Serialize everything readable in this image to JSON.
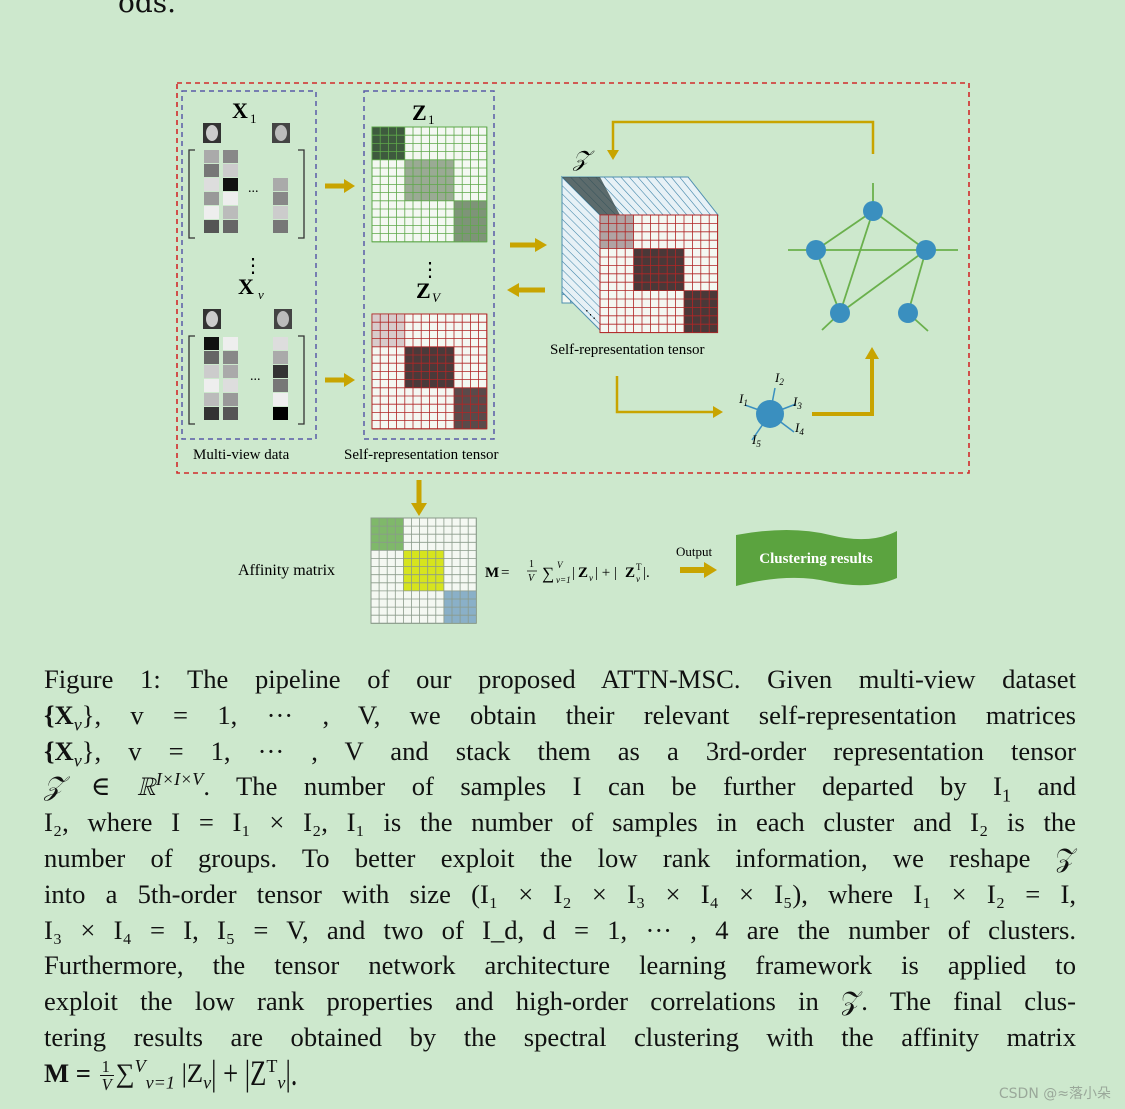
{
  "previous_text_fragment": "ods.",
  "figure": {
    "x1_label": "X",
    "x1_sub": "1",
    "xv_label": "X",
    "xv_sub": "v",
    "z1_label": "Z",
    "z1_sub": "1",
    "zv_label": "Z",
    "zv_sub": "V",
    "zcal_label": "𝒵",
    "multiview_caption": "Multi-view data",
    "selfrep_caption_left": "Self-representation tensor",
    "selfrep_caption_right": "Self-representation tensor",
    "affinity_label": "Affinity matrix",
    "formula_prefix": "M = ",
    "formula_body": "∑ |Z| + |Zᵀ|.",
    "output_label": "Output",
    "clustering_results": "Clustering results",
    "node_labels": [
      "I1",
      "I2",
      "I3",
      "I4",
      "I5"
    ],
    "ellipsis": "...",
    "vdots": "⋮"
  },
  "caption": {
    "line1": "Figure 1: The pipeline of our proposed ATTN-MSC. Given multi-view dataset",
    "line2_a": "{X",
    "line2_b": "v",
    "line2_c": "}, v  =  1, ··· , V,  we  obtain  their  relevant  self-representation  matrices",
    "line3_a": "{X",
    "line3_b": "v",
    "line3_c": "}, v  =  1, ··· , V  and  stack  them  as  a  3rd-order  representation  tensor",
    "line4": "𝒵 ∈ ℝ",
    "line4_sup": "I×I×V",
    "line4_rest": ".  The number of samples I can be further departed by I",
    "line4_sub": "1",
    "line4_end": " and",
    "line5": "I₂, where I = I₁ × I₂, I₁ is the number of samples in each cluster and I₂ is the",
    "line6": "number of groups.  To better exploit the low rank information, we reshape 𝒵",
    "line7": "into a 5th-order tensor with size (I₁ × I₂ × I₃ × I₄ × I₅), where I₁ × I₂ = I,",
    "line8": "I₃ × I₄ = I, I₅ = V, and two of I_d, d = 1, ··· , 4 are the number of clusters.",
    "line9": "Furthermore, the tensor network architecture learning framework is applied to",
    "line10": "exploit the low rank properties and high-order correlations in 𝒵. The final clus-",
    "line11": "tering results are obtained by the spectral clustering with the affinity matrix",
    "line12_a": "M = ",
    "line12_frac_num": "1",
    "line12_frac_den": "V",
    "line12_b": "∑",
    "line12_sup": "V",
    "line12_sub": "v=1",
    "line12_c": " |Z",
    "line12_d": "v",
    "line12_e": "| + |Z",
    "line12_f": "T",
    "line12_g": "v",
    "line12_h": "|."
  },
  "watermark": "CSDN @≈落小朵",
  "colors": {
    "background": "#cde8cd",
    "dashed_red": "#d12b2b",
    "dashed_blue": "#5a5aa8",
    "arrow_gold": "#c8a400",
    "grid_green": "#5ea84a",
    "grid_red": "#b02626",
    "grid_blue": "#4f8fb0",
    "node_blue": "#3a8fbf",
    "edge_green": "#6ab04c",
    "banner_green": "#5ba33f",
    "affinity_yellow": "#d6e41e"
  }
}
